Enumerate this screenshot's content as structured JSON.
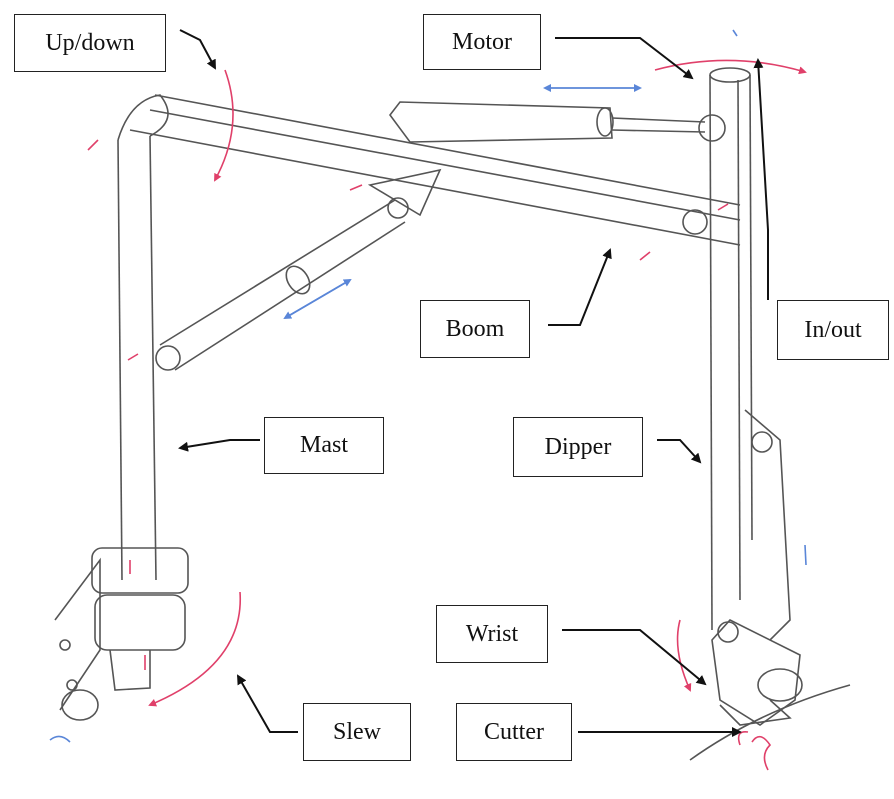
{
  "labels": {
    "updown": "Up/down",
    "motor": "Motor",
    "boom": "Boom",
    "inout": "In/out",
    "mast": "Mast",
    "dipper": "Dipper",
    "wrist": "Wrist",
    "slew": "Slew",
    "cutter": "Cutter"
  },
  "colors": {
    "sketch": "#555555",
    "motion_red": "#e0406a",
    "motion_blue": "#5a86d8",
    "arrow": "#111111"
  }
}
